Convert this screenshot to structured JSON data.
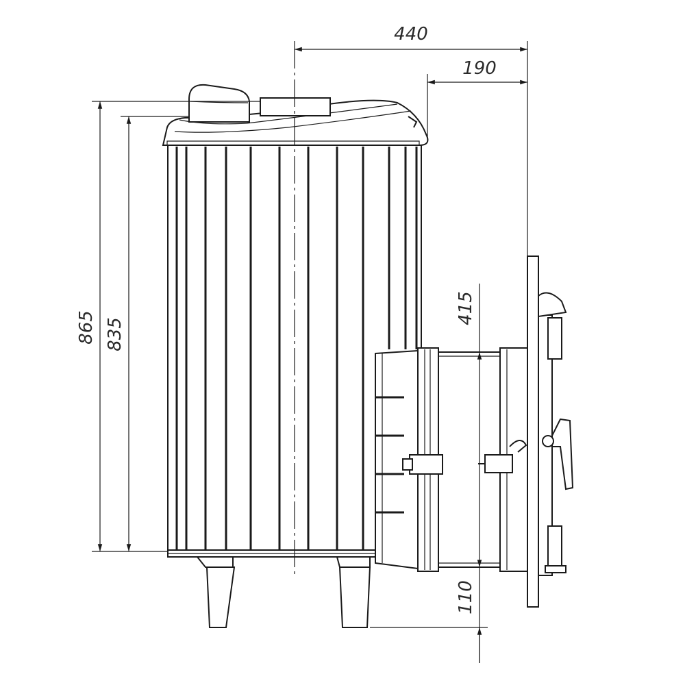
{
  "drawing": {
    "dimensions": {
      "overall_depth": "440",
      "door_offset": "190",
      "total_height": "865",
      "body_height": "835",
      "firebox_opening_height": "415",
      "floor_clearance": "110"
    }
  }
}
